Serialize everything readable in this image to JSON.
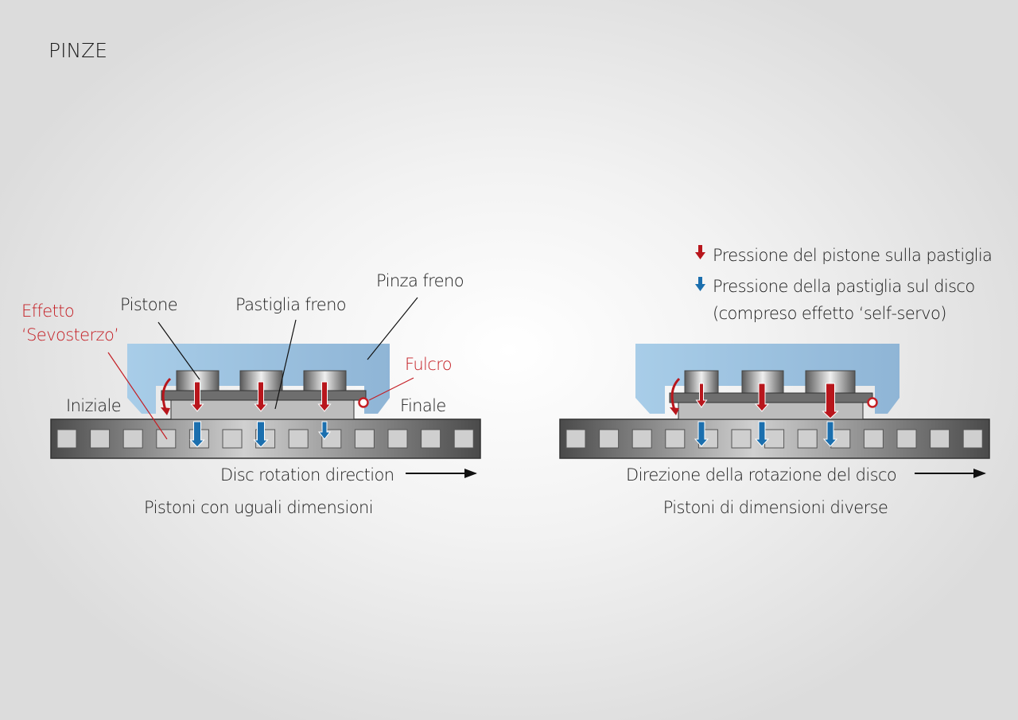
{
  "title": "PINZE",
  "colors": {
    "red": "#b8161c",
    "blue": "#1b6fae",
    "caliper": "#9fc4e2",
    "disc": "#5a5a5a"
  },
  "left": {
    "labels": {
      "effetto": "Effetto",
      "sevosterzo": "‘Sevosterzo’",
      "pistone": "Pistone",
      "pastiglia": "Pastiglia freno",
      "pinza": "Pinza freno",
      "fulcro": "Fulcro",
      "iniziale": "Iniziale",
      "finale": "Finale"
    },
    "direction": "Disc rotation direction",
    "caption": "Pistoni con uguali dimensioni"
  },
  "right": {
    "legend": {
      "red": "Pressione del pistone sulla pastiglia",
      "blue_line1": "Pressione della pastiglia sul disco",
      "blue_line2": "(compreso effetto ‘self-servo)"
    },
    "direction": "Direzione della rotazione del disco",
    "caption": "Pistoni di dimensioni diverse"
  }
}
